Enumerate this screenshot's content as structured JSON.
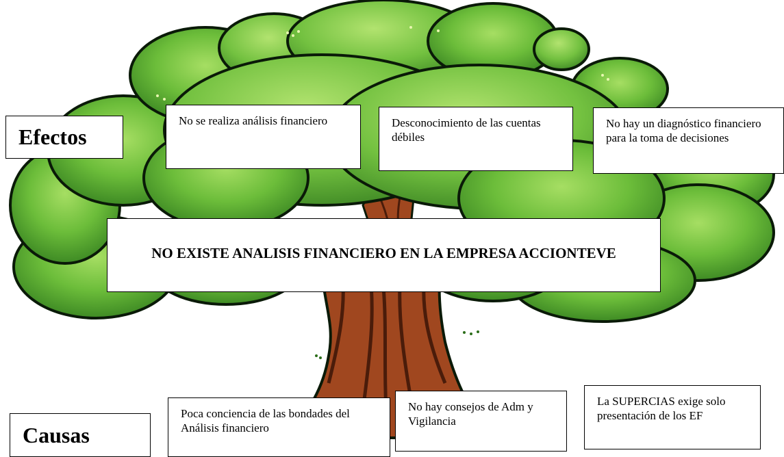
{
  "labels": {
    "effects": "Efectos",
    "causes": "Causas"
  },
  "problem": "NO EXISTE ANALISIS FINANCIERO EN LA EMPRESA ACCIONTEVE",
  "effects": [
    "No se realiza análisis financiero",
    "Desconocimiento de las cuentas débiles",
    " No hay un diagnóstico financiero para la toma de decisiones"
  ],
  "causes": [
    "Poca conciencia de las bondades del Análisis financiero",
    "No hay consejos de Adm y Vigilancia",
    "La SUPERCIAS exige solo presentación de los EF"
  ],
  "colors": {
    "foliage_light": "#8fd24f",
    "foliage_mid": "#5fb332",
    "foliage_dark": "#2c6e1a",
    "outline": "#0a1a08",
    "trunk": "#a0471f",
    "trunk_dark": "#4a1c0a"
  },
  "illustration": "tree-icon"
}
